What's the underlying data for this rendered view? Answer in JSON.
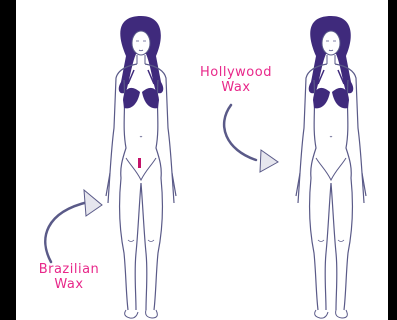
{
  "labels": {
    "brazilian_line1": "Brazilian",
    "brazilian_line2": "Wax",
    "hollywood_line1": "Hollywood",
    "hollywood_line2": "Wax"
  },
  "colors": {
    "background": "#000000",
    "panel": "#ffffff",
    "label": "#e8288a",
    "outline": "#5a5a88",
    "hair_bikini": "#3f2a7c",
    "wax_strip": "#c4126a"
  }
}
